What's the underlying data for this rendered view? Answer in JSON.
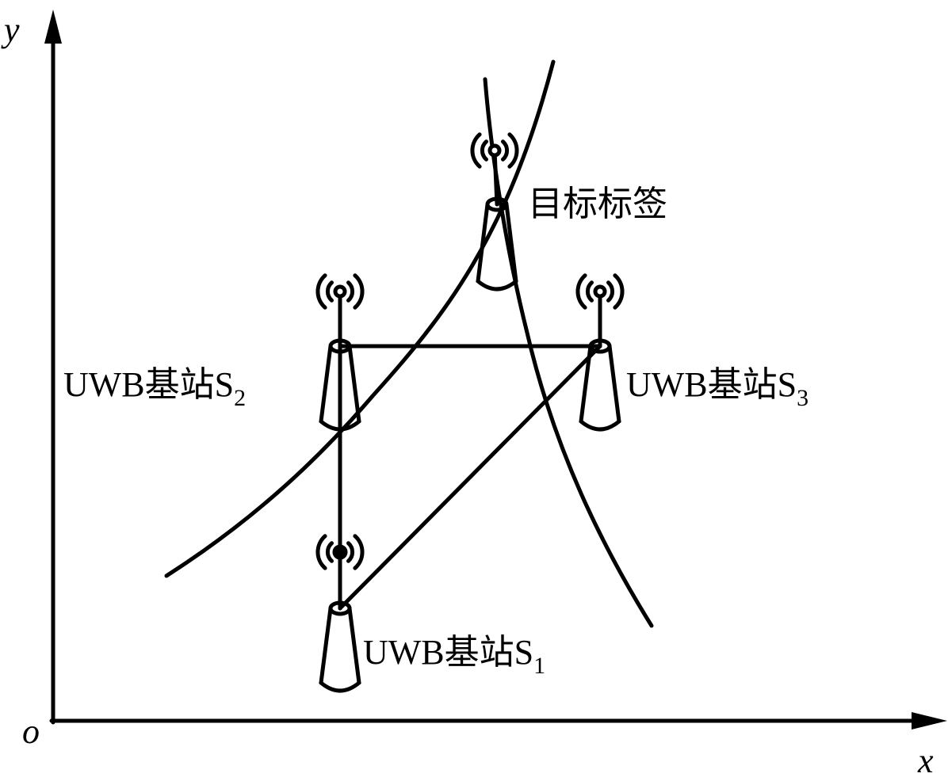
{
  "axes": {
    "x_label": "x",
    "y_label": "y",
    "origin_label": "o"
  },
  "target": {
    "label": "目标标签"
  },
  "stations": [
    {
      "prefix": "UWB基站S",
      "sub": "1"
    },
    {
      "prefix": "UWB基站S",
      "sub": "2"
    },
    {
      "prefix": "UWB基站S",
      "sub": "3"
    }
  ],
  "colors": {
    "stroke": "#000000",
    "background": "#ffffff"
  }
}
